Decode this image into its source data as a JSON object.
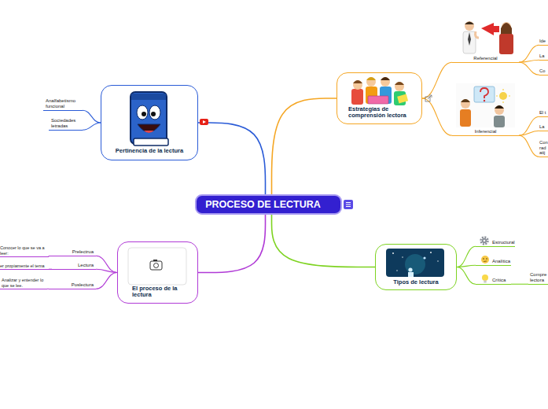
{
  "diagram": {
    "nodes": [
      {
        "text": [
          "PROCESO DE LECTURA"
        ]
      },
      {
        "text": [
          "Pertinencia de la lectura"
        ]
      },
      {
        "text": [
          "Analfabetismo funcional"
        ]
      },
      {
        "text": [
          "Sociedades letradas"
        ]
      },
      {
        "text": [
          "Estrategias de comprensión lectora"
        ]
      },
      {
        "text": [
          "Referencial"
        ]
      },
      {
        "text": [
          "Ide"
        ]
      },
      {
        "text": [
          "La"
        ]
      },
      {
        "text": [
          "Co"
        ]
      },
      {
        "text": [
          "Inferencial"
        ]
      },
      {
        "text": [
          "El t"
        ]
      },
      {
        "text": [
          "La"
        ]
      },
      {
        "text": [
          "Con rad atij"
        ]
      },
      {
        "text": [
          "Tipos de lectura"
        ]
      },
      {
        "text": [
          "Estructural"
        ]
      },
      {
        "text": [
          "Analítica"
        ]
      },
      {
        "text": [
          "Crítica"
        ]
      },
      {
        "text": [
          "Compre lectora"
        ]
      },
      {
        "text": [
          "El proceso de la lectura"
        ]
      },
      {
        "text": [
          "Prelectrua"
        ]
      },
      {
        "text": [
          "Conocer lo que se va a leer:"
        ]
      },
      {
        "text": [
          "Lectura"
        ]
      },
      {
        "text": [
          "er propiamente el tema"
        ]
      },
      {
        "text": [
          "Poslectura"
        ]
      },
      {
        "text": [
          "Analizar y entender lo que se lee."
        ]
      }
    ],
    "edges": [
      {
        "from": 0,
        "to": 1,
        "arrow": "none"
      },
      {
        "from": 1,
        "to": 2,
        "arrow": "none"
      },
      {
        "from": 1,
        "to": 3,
        "arrow": "none"
      },
      {
        "from": 0,
        "to": 4,
        "arrow": "none"
      },
      {
        "from": 4,
        "to": 5,
        "arrow": "none"
      },
      {
        "from": 5,
        "to": 6,
        "arrow": "none"
      },
      {
        "from": 5,
        "to": 7,
        "arrow": "none"
      },
      {
        "from": 5,
        "to": 8,
        "arrow": "none"
      },
      {
        "from": 4,
        "to": 9,
        "arrow": "none"
      },
      {
        "from": 9,
        "to": 10,
        "arrow": "none"
      },
      {
        "from": 9,
        "to": 11,
        "arrow": "none"
      },
      {
        "from": 9,
        "to": 12,
        "arrow": "none"
      },
      {
        "from": 0,
        "to": 13,
        "arrow": "none"
      },
      {
        "from": 13,
        "to": 14,
        "arrow": "none"
      },
      {
        "from": 13,
        "to": 15,
        "arrow": "none"
      },
      {
        "from": 13,
        "to": 16,
        "arrow": "none"
      },
      {
        "from": 16,
        "to": 17,
        "arrow": "none"
      },
      {
        "from": 0,
        "to": 18,
        "arrow": "none"
      },
      {
        "from": 18,
        "to": 19,
        "arrow": "none"
      },
      {
        "from": 19,
        "to": 20,
        "arrow": "none"
      },
      {
        "from": 18,
        "to": 21,
        "arrow": "none"
      },
      {
        "from": 21,
        "to": 22,
        "arrow": "none"
      },
      {
        "from": 18,
        "to": 23,
        "arrow": "none"
      },
      {
        "from": 23,
        "to": 24,
        "arrow": "none"
      }
    ]
  }
}
